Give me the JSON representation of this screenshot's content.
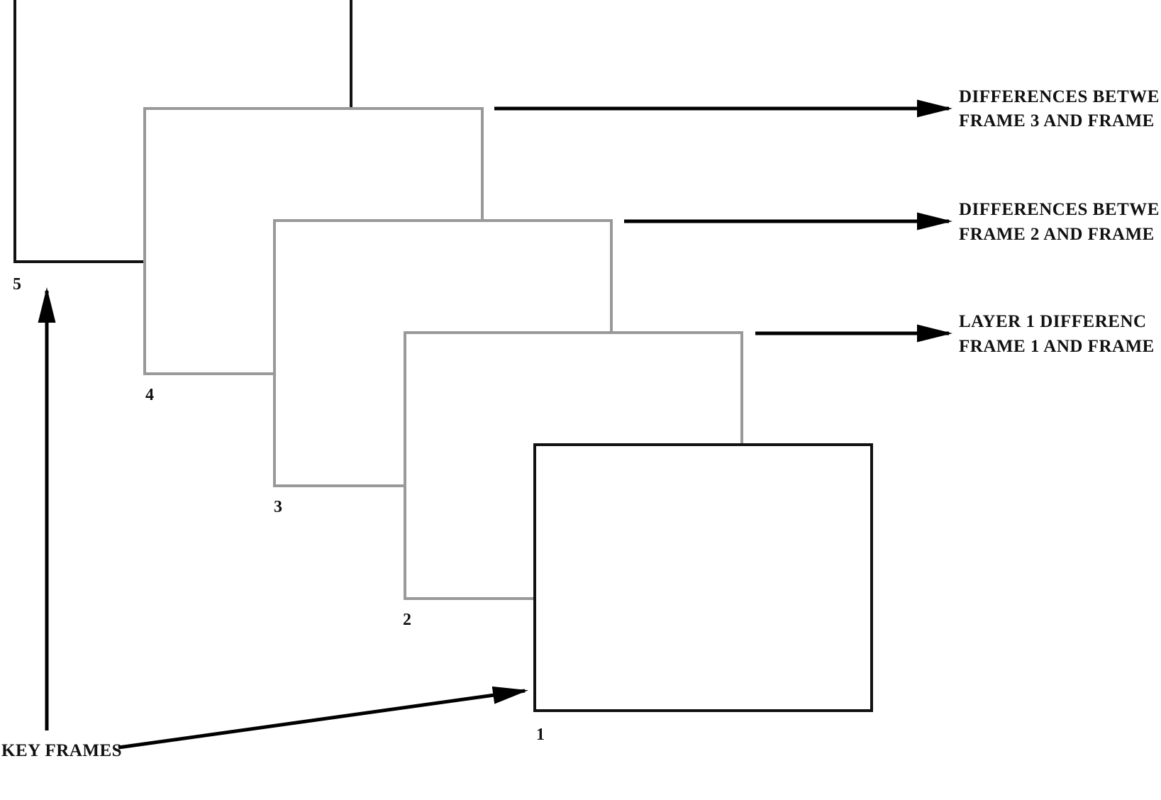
{
  "frames": [
    {
      "label": "5",
      "kind": "key"
    },
    {
      "label": "4",
      "kind": "intermediate"
    },
    {
      "label": "3",
      "kind": "intermediate"
    },
    {
      "label": "2",
      "kind": "intermediate"
    },
    {
      "label": "1",
      "kind": "key"
    }
  ],
  "annotations": [
    {
      "line1": "DIFFERENCES BETWE",
      "line2": "FRAME 3 AND FRAME"
    },
    {
      "line1": "DIFFERENCES BETWE",
      "line2": "FRAME 2 AND FRAME"
    },
    {
      "line1": "LAYER 1  DIFFERENC",
      "line2": "FRAME 1 AND FRAME"
    }
  ],
  "key_frames_label": "KEY FRAMES",
  "colors": {
    "key_frame": "#111111",
    "intermediate_frame": "#999999",
    "arrow": "#000000"
  }
}
